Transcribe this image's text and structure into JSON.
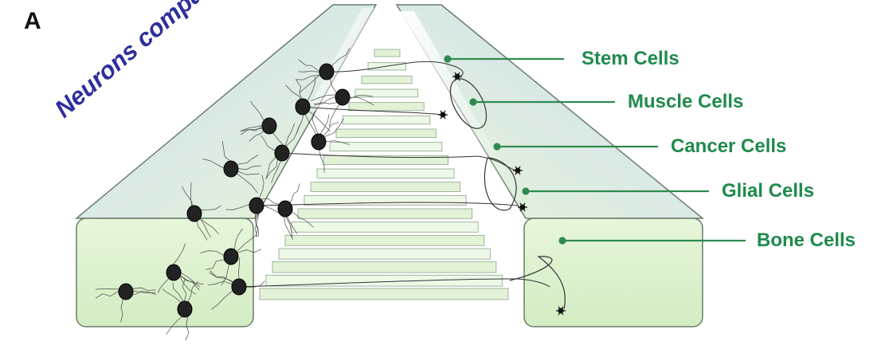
{
  "panel_label": "A",
  "compartment_label": "Neurons compartment",
  "cell_labels": [
    "Stem Cells",
    "Muscle Cells",
    "Cancer Cells",
    "Glial Cells",
    "Bone Cells"
  ],
  "colors": {
    "compartment_text": "#2e2f9c",
    "label_text": "#1f8a4c",
    "leader_line": "#2f8a52",
    "chamber_fill_light": "#e8f6dc",
    "chamber_fill_blue": "#c9dcec",
    "outline": "#6b7d6b",
    "neuron": "#222222"
  }
}
